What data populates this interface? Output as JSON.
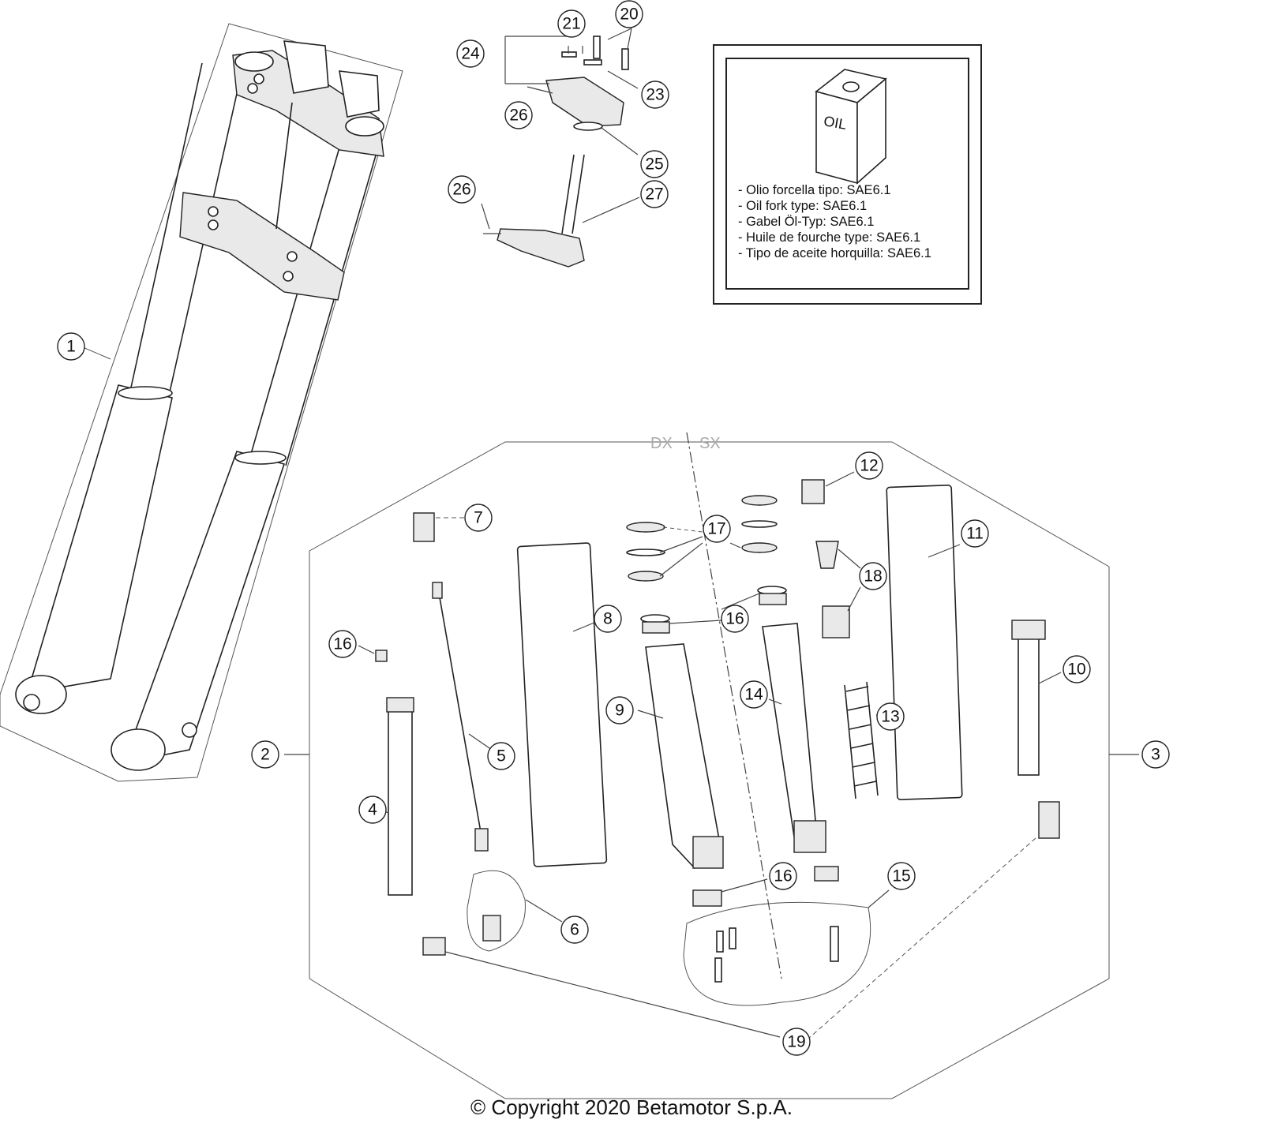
{
  "callouts": [
    "1",
    "2",
    "3",
    "4",
    "5",
    "6",
    "7",
    "8",
    "9",
    "10",
    "11",
    "12",
    "13",
    "14",
    "15",
    "16",
    "17",
    "18",
    "19",
    "20",
    "21",
    "23",
    "24",
    "25",
    "26",
    "27"
  ],
  "oil_box": {
    "can_label": "OIL",
    "lines": [
      "- Olio forcella tipo: SAE6.1",
      "- Oil fork type: SAE6.1",
      "- Gabel Öl-Typ: SAE6.1",
      "- Huile de fourche type: SAE6.1",
      "- Tipo de aceite horquilla: SAE6.1"
    ]
  },
  "axis_labels": {
    "right_side": "DX",
    "left_side": "SX"
  },
  "copyright": "© Copyright 2020 Betamotor S.p.A."
}
